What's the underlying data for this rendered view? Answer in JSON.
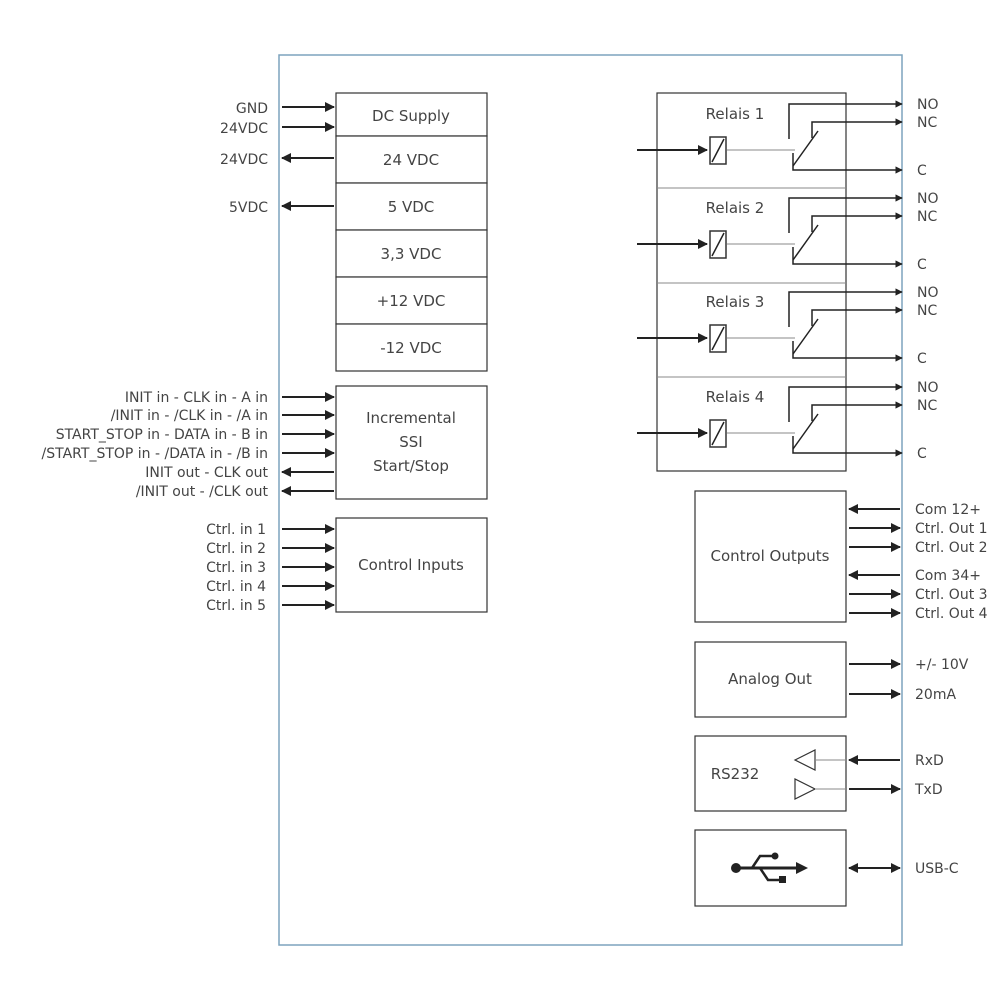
{
  "power": {
    "block_label": "DC Supply",
    "rails": [
      "24 VDC",
      "5 VDC",
      "3,3 VDC",
      "+12 VDC",
      "-12 VDC"
    ],
    "in_gnd": "GND",
    "in_24": "24VDC",
    "out_24": "24VDC",
    "out_5": "5VDC"
  },
  "encoder": {
    "block_lines": [
      "Incremental",
      "SSI",
      "Start/Stop"
    ],
    "signals": [
      "INIT in - CLK in - A in",
      "/INIT in - /CLK in - /A in",
      "START_STOP in - DATA in - B in",
      "/START_STOP in - /DATA in - /B in",
      "INIT out - CLK out",
      "/INIT out - /CLK out"
    ]
  },
  "control_inputs": {
    "block_label": "Control Inputs",
    "signals": [
      "Ctrl. in 1",
      "Ctrl. in 2",
      "Ctrl. in 3",
      "Ctrl. in 4",
      "Ctrl. in 5"
    ]
  },
  "relays": {
    "names": [
      "Relais 1",
      "Relais 2",
      "Relais 3",
      "Relais 4"
    ],
    "no": "NO",
    "nc": "NC",
    "c": "C"
  },
  "control_outputs": {
    "block_label": "Control Outputs",
    "signals": [
      "Com 12+",
      "Ctrl. Out 1",
      "Ctrl. Out 2",
      "Com 34+",
      "Ctrl. Out 3",
      "Ctrl. Out 4"
    ]
  },
  "analog": {
    "block_label": "Analog Out",
    "signals": [
      "+/- 10V",
      "20mA"
    ]
  },
  "serial": {
    "block_label": "RS232",
    "signals": [
      "RxD",
      "TxD"
    ]
  },
  "usb": {
    "icon": "usb-icon",
    "signal": "USB-C"
  }
}
